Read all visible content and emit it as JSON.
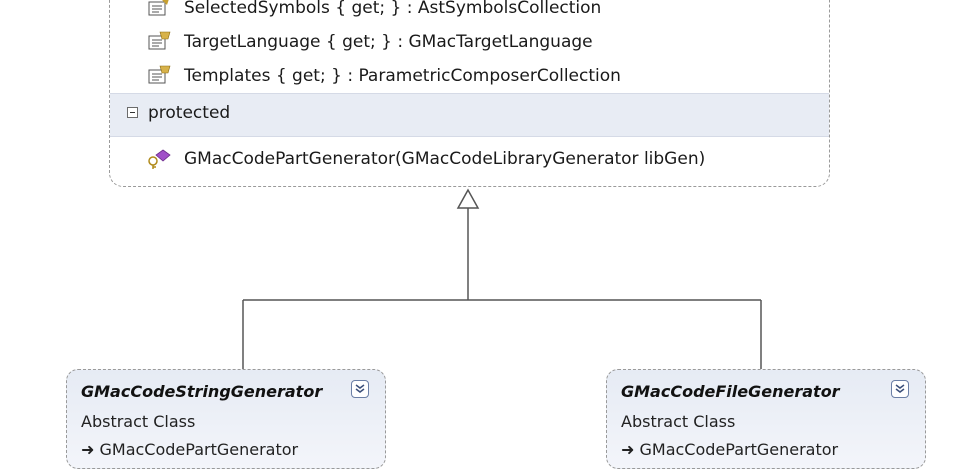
{
  "parent": {
    "members": [
      {
        "text": "SelectedSymbols { get; } : AstSymbolsCollection",
        "icon": "property-icon"
      },
      {
        "text": "TargetLanguage { get; } : GMacTargetLanguage",
        "icon": "property-icon"
      },
      {
        "text": "Templates { get; } : ParametricComposerCollection",
        "icon": "property-icon"
      }
    ],
    "section_label": "protected",
    "protected_members": [
      {
        "text": "GMacCodePartGenerator(GMacCodeLibraryGenerator libGen)",
        "icon": "protected-method-icon"
      }
    ]
  },
  "children": [
    {
      "name": "GMacCodeStringGenerator",
      "kind": "Abstract Class",
      "inherits": "GMacCodePartGenerator"
    },
    {
      "name": "GMacCodeFileGenerator",
      "kind": "Abstract Class",
      "inherits": "GMacCodePartGenerator"
    }
  ]
}
